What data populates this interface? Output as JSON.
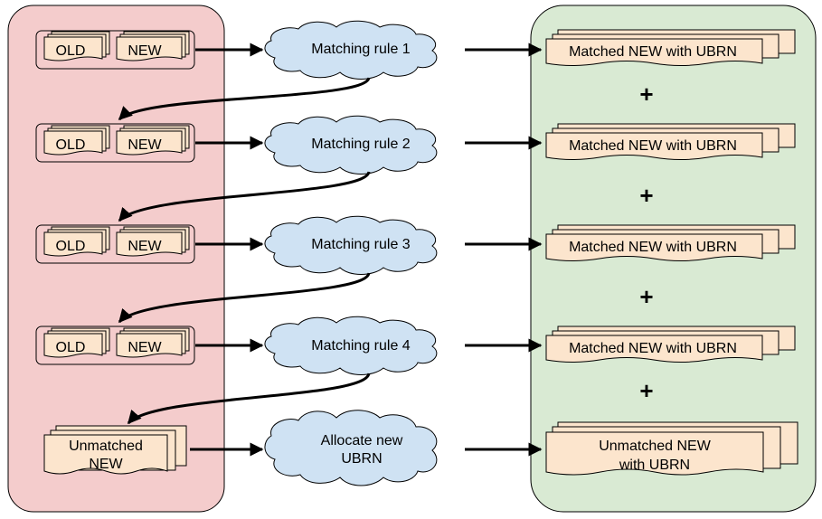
{
  "colors": {
    "left_panel": "#f4cccc",
    "right_panel": "#d9ead3",
    "document": "#fce5cd",
    "cloud": "#cfe2f3",
    "stroke": "#000000"
  },
  "left": {
    "rows": [
      {
        "old": "OLD",
        "new": "NEW"
      },
      {
        "old": "OLD",
        "new": "NEW"
      },
      {
        "old": "OLD",
        "new": "NEW"
      },
      {
        "old": "OLD",
        "new": "NEW"
      }
    ],
    "unmatched_line1": "Unmatched",
    "unmatched_line2": "NEW"
  },
  "middle": {
    "rules": [
      "Matching rule 1",
      "Matching rule 2",
      "Matching rule 3",
      "Matching rule 4"
    ],
    "allocate_line1": "Allocate new",
    "allocate_line2": "UBRN"
  },
  "right": {
    "matched": [
      "Matched NEW with UBRN",
      "Matched NEW with UBRN",
      "Matched NEW with UBRN",
      "Matched NEW with UBRN"
    ],
    "plus": [
      "+",
      "+",
      "+",
      "+"
    ],
    "unmatched_line1": "Unmatched NEW",
    "unmatched_line2": "with UBRN"
  }
}
